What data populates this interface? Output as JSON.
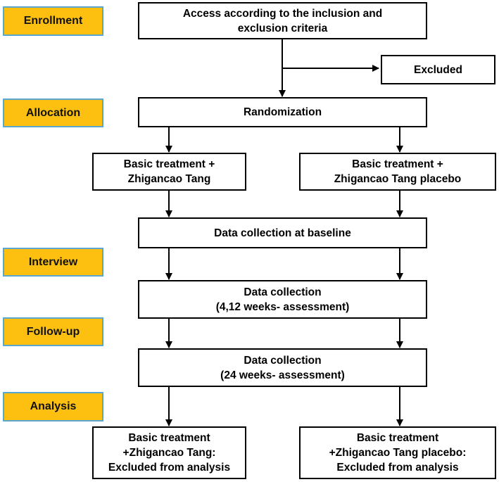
{
  "colors": {
    "phase_fill": "#fdc010",
    "phase_border": "#5aa6cf",
    "box_border": "#000000",
    "arrow": "#000000"
  },
  "phases": {
    "enrollment": "Enrollment",
    "allocation": "Allocation",
    "interview": "Interview",
    "followup": "Follow-up",
    "analysis": "Analysis"
  },
  "boxes": {
    "access": [
      "Access according to the inclusion and",
      "exclusion criteria"
    ],
    "excluded": "Excluded",
    "randomization": "Randomization",
    "left_arm": [
      "Basic treatment +",
      "Zhigancao Tang"
    ],
    "right_arm": [
      "Basic treatment +",
      "Zhigancao Tang placebo"
    ],
    "baseline": "Data collection at baseline",
    "weeks_4_12": [
      "Data collection",
      "(4,12 weeks- assessment)"
    ],
    "weeks_24": [
      "Data collection",
      "(24 weeks- assessment)"
    ],
    "left_analysis": [
      "Basic treatment",
      "+Zhigancao Tang:",
      "Excluded from analysis"
    ],
    "right_analysis": [
      "Basic treatment",
      "+Zhigancao Tang placebo:",
      "Excluded from analysis"
    ]
  }
}
